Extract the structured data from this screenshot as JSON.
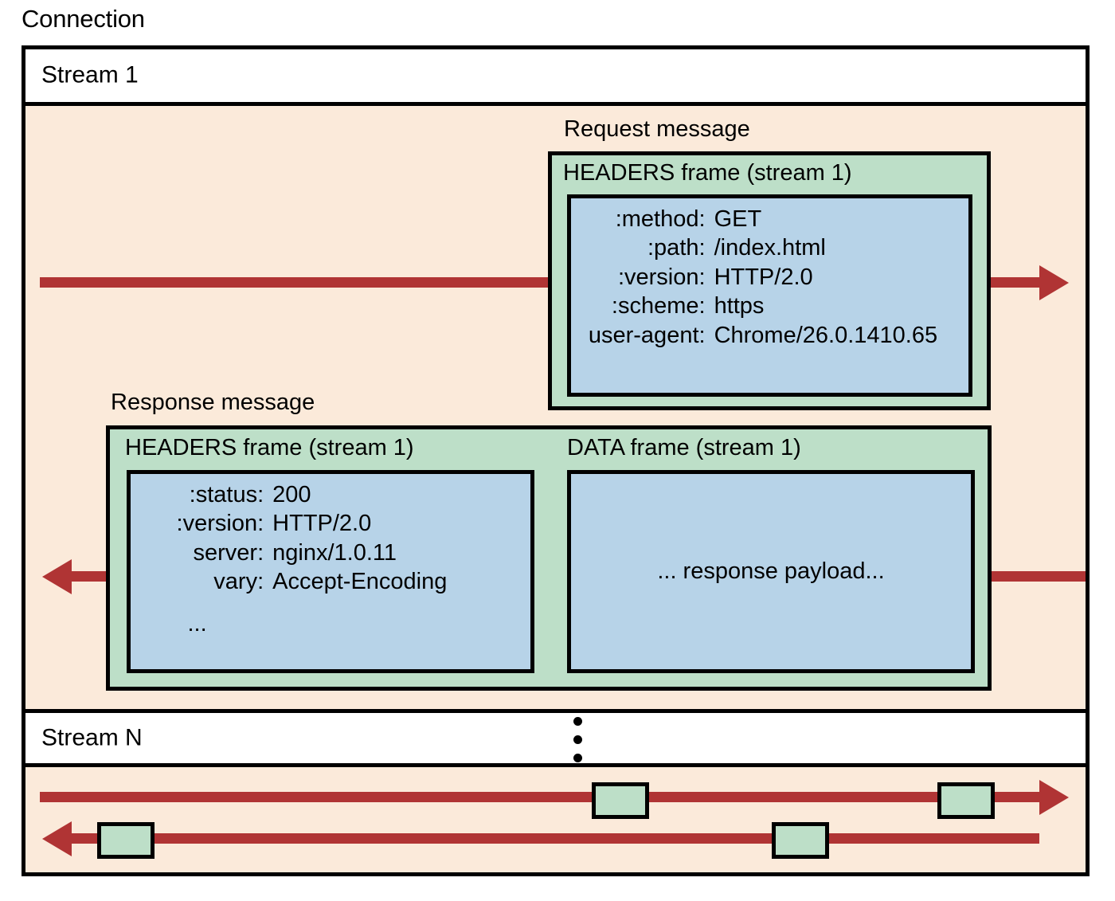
{
  "diagram": {
    "title": "Connection",
    "colors": {
      "connection_bg": "#fbeada",
      "frame_green": "#bddfc8",
      "payload_blue": "#b7d3e8",
      "arrow_red": "#b03434",
      "border_black": "#000000",
      "header_white": "#ffffff"
    }
  },
  "streams": {
    "first": {
      "label": "Stream 1"
    },
    "last": {
      "label": "Stream N",
      "ellipsis": "vertical-ellipsis"
    }
  },
  "request_message": {
    "label": "Request message",
    "frame_title": "HEADERS frame (stream 1)",
    "headers": [
      {
        "key": ":method:",
        "value": "GET"
      },
      {
        "key": ":path:",
        "value": "/index.html"
      },
      {
        "key": ":version:",
        "value": "HTTP/2.0"
      },
      {
        "key": ":scheme:",
        "value": "https"
      },
      {
        "key": "user-agent:",
        "value": "Chrome/26.0.1410.65"
      }
    ]
  },
  "response_message": {
    "label": "Response message",
    "headers_frame": {
      "frame_title": "HEADERS frame (stream 1)",
      "headers": [
        {
          "key": ":status:",
          "value": "200"
        },
        {
          "key": ":version:",
          "value": "HTTP/2.0"
        },
        {
          "key": "server:",
          "value": "nginx/1.0.11"
        },
        {
          "key": "vary:",
          "value": "Accept-Encoding"
        }
      ],
      "continuation": "..."
    },
    "data_frame": {
      "frame_title": "DATA frame (stream 1)",
      "payload": "... response payload..."
    }
  },
  "stream_n": {
    "outbound_arrow": {
      "direction": "right",
      "frame_count": 2
    },
    "inbound_arrow": {
      "direction": "left",
      "frame_count": 2
    }
  }
}
